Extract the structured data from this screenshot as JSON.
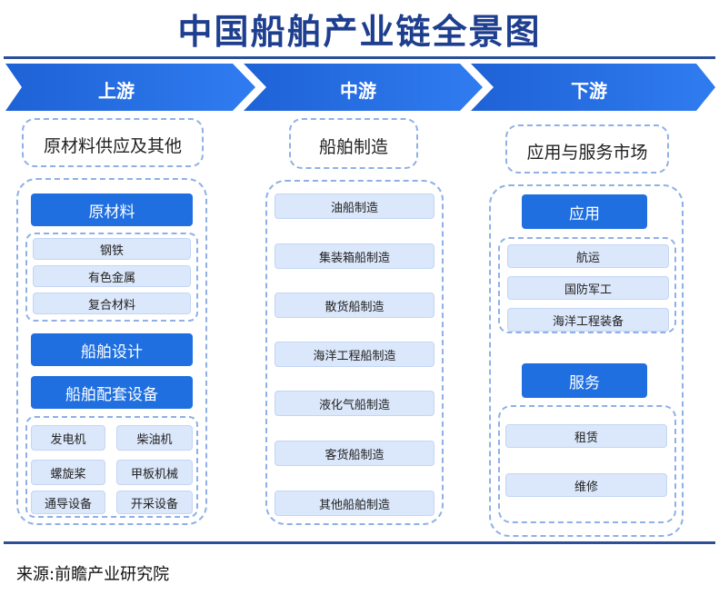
{
  "title": "中国船舶产业链全景图",
  "stages": [
    {
      "label": "上游"
    },
    {
      "label": "中游"
    },
    {
      "label": "下游"
    }
  ],
  "upstream": {
    "heading": "原材料供应及其他",
    "raw_material": "原材料",
    "raw_items": [
      "钢铁",
      "有色金属",
      "复合材料"
    ],
    "ship_design": "船舶设计",
    "ship_equipment": "船舶配套设备",
    "equipment_items": [
      "发电机",
      "柴油机",
      "螺旋桨",
      "甲板机械",
      "通导设备",
      "开采设备"
    ]
  },
  "midstream": {
    "heading": "船舶制造",
    "items": [
      "油船制造",
      "集装箱船制造",
      "散货船制造",
      "海洋工程船制造",
      "液化气船制造",
      "客货船制造",
      "其他船舶制造"
    ]
  },
  "downstream": {
    "heading": "应用与服务市场",
    "application": "应用",
    "application_items": [
      "航运",
      "国防军工",
      "海洋工程装备"
    ],
    "service": "服务",
    "service_items": [
      "租赁",
      "维修"
    ]
  },
  "source": "来源:前瞻产业研究院",
  "colors": {
    "accent": "#1f6fe0",
    "title": "#1e3f8f",
    "pill": "#dbe7fa",
    "dash": "#8fb0e6"
  }
}
